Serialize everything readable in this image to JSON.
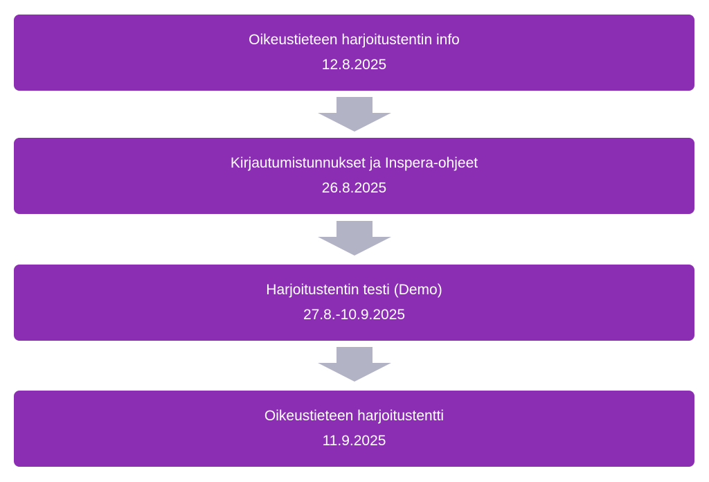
{
  "colors": {
    "box_fill": "#8c2eb4",
    "box_text": "#ffffff",
    "arrow_fill": "#b3b3c6"
  },
  "steps": [
    {
      "title": "Oikeustieteen harjoitustentin info",
      "date": "12.8.2025"
    },
    {
      "title": "Kirjautumistunnukset ja Inspera-ohjeet",
      "date": "26.8.2025"
    },
    {
      "title": "Harjoitustentin testi (Demo)",
      "date": "27.8.-10.9.2025"
    },
    {
      "title": "Oikeustieteen harjoitustentti",
      "date": "11.9.2025"
    }
  ],
  "connector_icon": "down-arrow-icon"
}
